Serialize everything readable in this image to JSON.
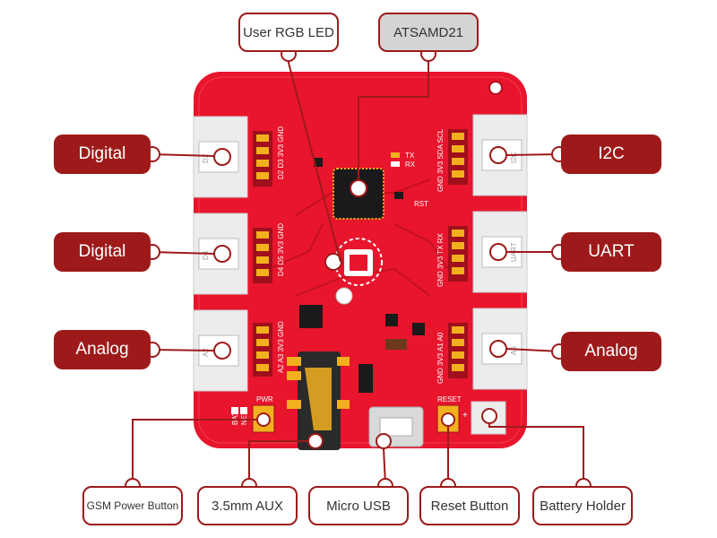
{
  "labels": {
    "left_top": "Digital",
    "left_mid": "Digital",
    "left_bottom": "Analog",
    "right_top": "I2C",
    "right_mid": "UART",
    "right_bottom": "Analog",
    "top_led": "User RGB LED",
    "top_mcu": "ATSAMD21",
    "bottom_gsm": "GSM Power Button",
    "bottom_aux": "3.5mm AUX",
    "bottom_usb": "Micro USB",
    "bottom_reset": "Reset Button",
    "bottom_battery": "Battery Holder"
  },
  "silkscreen": {
    "conn_left_1_pins": "D2 D3 3V3 GND",
    "conn_left_1_id": "D2",
    "conn_left_2_pins": "D4 D5 3V3 GND",
    "conn_left_2_id": "D4",
    "conn_left_3_pins": "A2 A3 3V3 GND",
    "conn_left_3_id": "A2",
    "conn_right_1_pins": "GND 3V3 SDA SCL",
    "conn_right_1_id": "I2C",
    "conn_right_2_pins": "GND 3V3 TX RX",
    "conn_right_2_id": "UART",
    "conn_right_3_pins": "GND 3V3 A1 A0",
    "conn_right_3_id": "A0",
    "tx": "TX",
    "rx": "RX",
    "rst": "RST",
    "pwr": "PWR",
    "reset": "RESET",
    "bat": "BAT",
    "net": "NET",
    "plus": "+"
  },
  "colors": {
    "board": "#e8152c",
    "label_fill": "#9e1a1a",
    "callout_line": "#9e1a1a",
    "connector": "#ececec",
    "pad": "#f2b01e"
  }
}
